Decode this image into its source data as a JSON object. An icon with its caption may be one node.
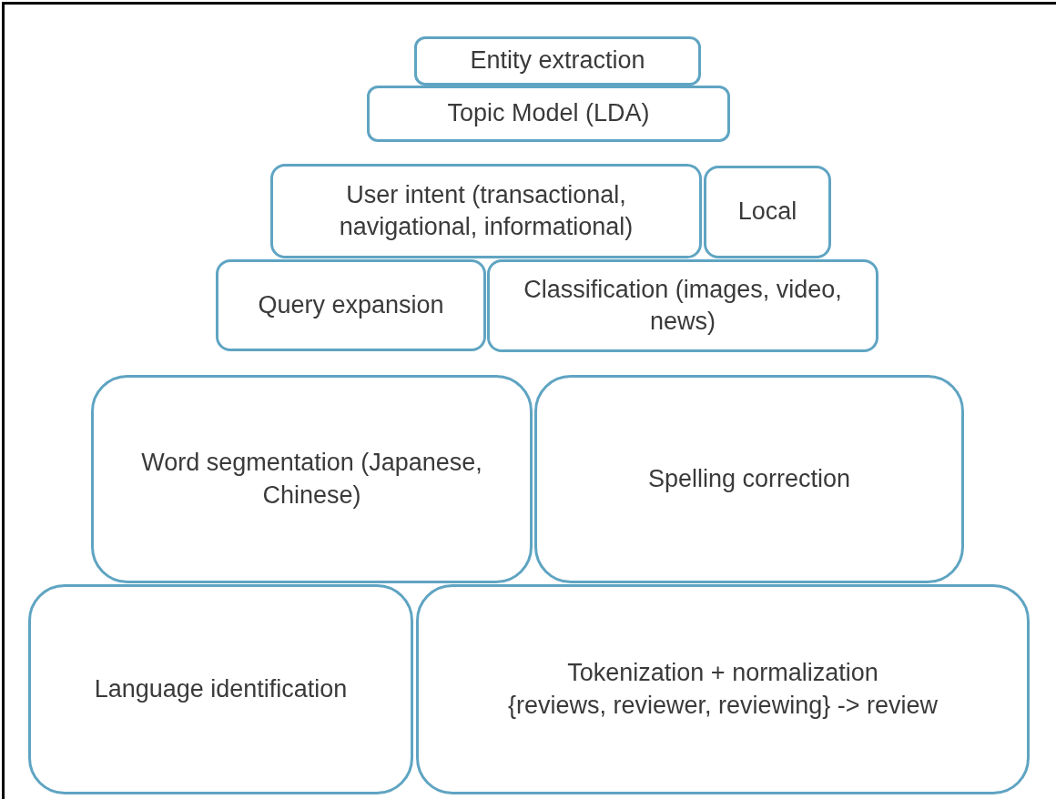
{
  "diagram": {
    "nodes": [
      {
        "text": [
          "Entity extraction"
        ]
      },
      {
        "text": [
          "Topic Model (LDA)"
        ]
      },
      {
        "text": [
          "User intent (transactional, navigational, informational)"
        ]
      },
      {
        "text": [
          "Local"
        ]
      },
      {
        "text": [
          "Query expansion"
        ]
      },
      {
        "text": [
          "Classification (images, video, news)"
        ]
      },
      {
        "text": [
          "Word segmentation (Japanese, Chinese)"
        ]
      },
      {
        "text": [
          "Spelling correction"
        ]
      },
      {
        "text": [
          "Language identification"
        ]
      },
      {
        "text": [
          "Tokenization + normalization",
          "{reviews, reviewer, reviewing} -> review"
        ]
      }
    ]
  }
}
